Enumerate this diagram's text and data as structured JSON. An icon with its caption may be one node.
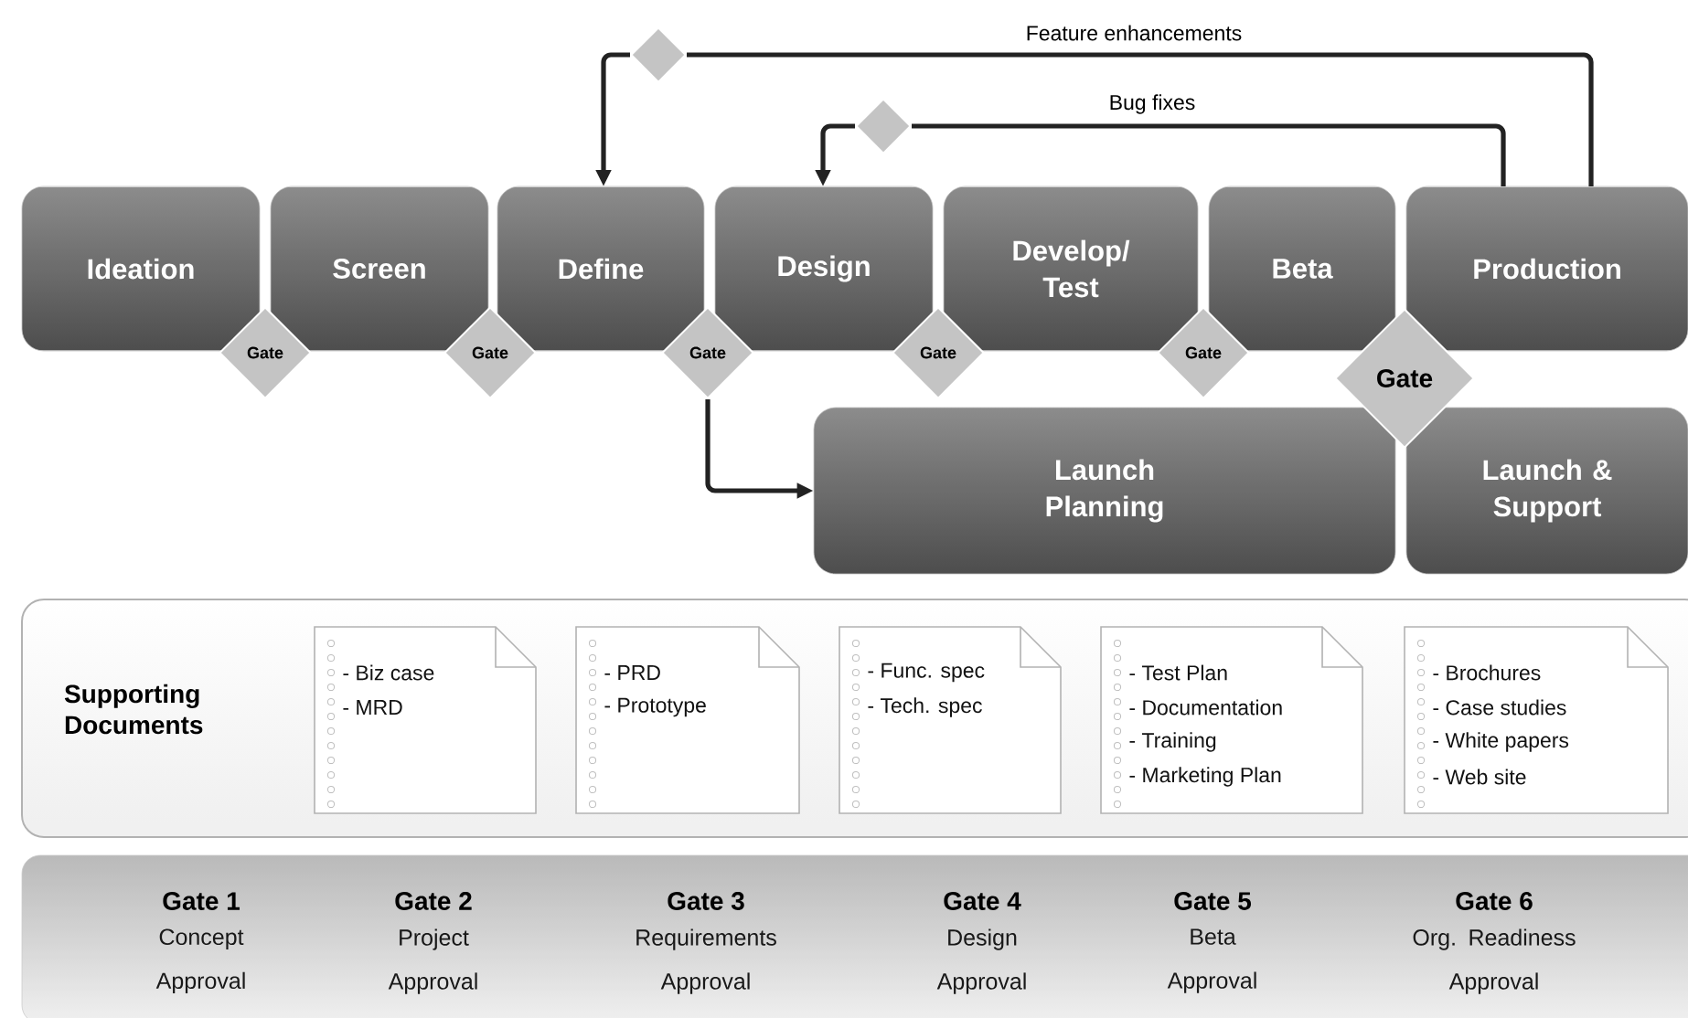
{
  "diagram": {
    "nodes": [
      {
        "text": [
          "Ideation"
        ]
      },
      {
        "text": [
          "Screen"
        ]
      },
      {
        "text": [
          "Define"
        ]
      },
      {
        "text": [
          "Design"
        ]
      },
      {
        "text": [
          "Develop/ Test"
        ]
      },
      {
        "text": [
          "Beta"
        ]
      },
      {
        "text": [
          "Production"
        ]
      },
      {
        "text": [
          "Gate"
        ]
      },
      {
        "text": [
          "Gate"
        ]
      },
      {
        "text": [
          "Gate"
        ]
      },
      {
        "text": [
          "Gate"
        ]
      },
      {
        "text": [
          "Gate"
        ]
      },
      {
        "text": [
          "Gate"
        ]
      },
      {
        "text": [
          "Launch Planning"
        ]
      },
      {
        "text": [
          "Launch & Support"
        ]
      },
      {
        "text": [],
        "shape": "diamond"
      },
      {
        "text": [],
        "shape": "diamond"
      },
      {
        "text": [
          "Supporting Documents"
        ]
      },
      {
        "text": [
          "- Biz case",
          "- MRD"
        ],
        "in": 17
      },
      {
        "text": [
          "- PRD",
          "- Prototype"
        ],
        "in": 17
      },
      {
        "text": [
          "- Func. spec",
          "- Tech. spec"
        ],
        "in": 17
      },
      {
        "text": [
          "- Test Plan",
          "- Documentation",
          "- Training",
          "- Marketing Plan"
        ],
        "in": 17
      },
      {
        "text": [
          "- Brochures",
          "- Case studies",
          "- White papers",
          "- Web site"
        ],
        "in": 17
      },
      {
        "text": [
          "Gate 1",
          "Concept Approval",
          "Gate 2",
          "Project Approval",
          "Gate 3",
          "Requirements Approval",
          "Gate 4",
          "Design Approval",
          "Gate 5",
          "Beta Approval",
          "Gate 6",
          "Org. Readiness Approval"
        ]
      }
    ],
    "edges": [
      {
        "from": 6,
        "to": 15,
        "arrow": "none",
        "label": "Feature enhancements"
      },
      {
        "from": 15,
        "to": 2,
        "arrow": "to"
      },
      {
        "from": 6,
        "to": 16,
        "arrow": "none",
        "label": "Bug fixes"
      },
      {
        "from": 16,
        "to": 3,
        "arrow": "to"
      },
      {
        "from": 9,
        "to": 13,
        "arrow": "to"
      }
    ]
  }
}
